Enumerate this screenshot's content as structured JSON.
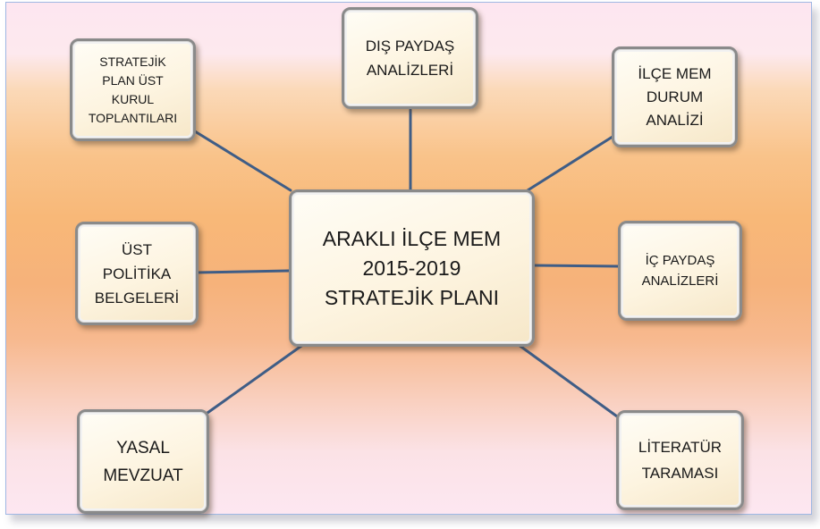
{
  "diagram": {
    "center": {
      "lines": [
        "ARAKLI İLÇE MEM",
        "2015-2019",
        "STRATEJİK PLANI"
      ]
    },
    "nodes": [
      {
        "id": "stratejik-plan-ust-kurul",
        "lines": [
          "STRATEJİK",
          "PLAN ÜST",
          "KURUL",
          "TOPLANTILARI"
        ]
      },
      {
        "id": "dis-paydas",
        "lines": [
          "DIŞ PAYDAŞ",
          "ANALİZLERİ"
        ]
      },
      {
        "id": "ilce-mem-durum",
        "lines": [
          "İLÇE MEM",
          "DURUM",
          "ANALİZİ"
        ]
      },
      {
        "id": "ust-politika",
        "lines": [
          "ÜST",
          "POLİTİKA",
          "BELGELERİ"
        ]
      },
      {
        "id": "ic-paydas",
        "lines": [
          "İÇ PAYDAŞ",
          "ANALİZLERİ"
        ]
      },
      {
        "id": "yasal-mevzuat",
        "lines": [
          "YASAL",
          "MEVZUAT"
        ]
      },
      {
        "id": "literatur",
        "lines": [
          "LİTERATÜR",
          "TARAMASI"
        ]
      }
    ],
    "colors": {
      "connector": "#3f5d86",
      "box_border": "#8a8a8a"
    }
  }
}
